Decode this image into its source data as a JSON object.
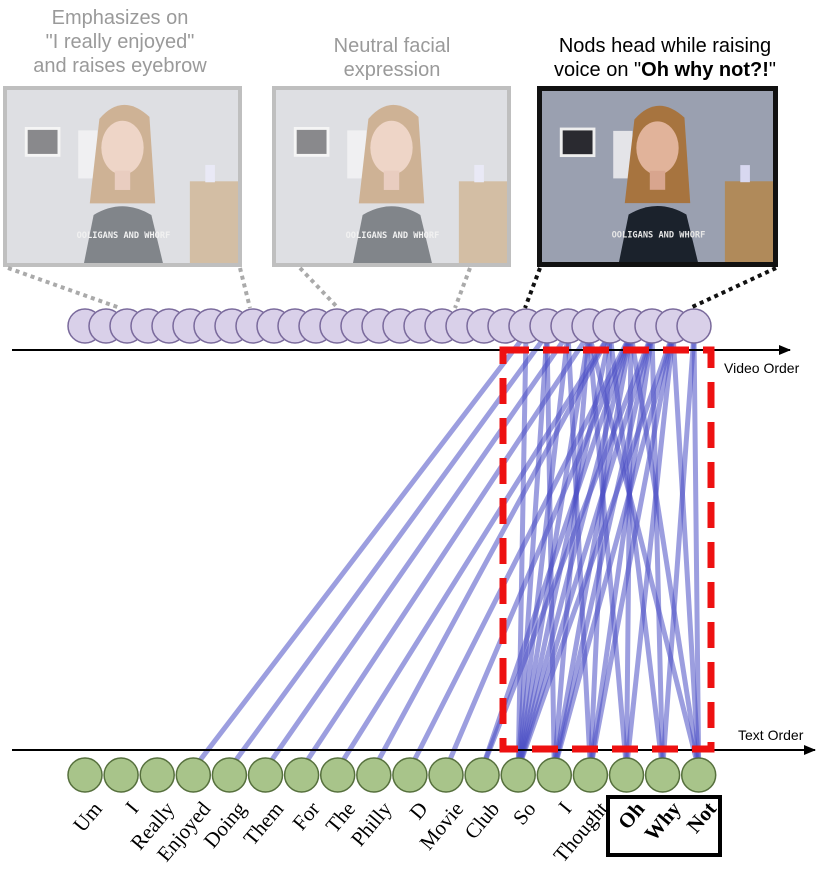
{
  "captions": [
    {
      "lines": [
        "Emphasizes on",
        "\"I really enjoyed\"",
        "and raises eyebrow"
      ],
      "style": "faded"
    },
    {
      "lines": [
        "Neutral facial",
        "expression"
      ],
      "style": "faded"
    },
    {
      "line1": "Nods head while raising",
      "line2_prefix": "voice on \"",
      "line2_bold": "Oh why not?!",
      "line2_suffix": "\"",
      "style": "active"
    }
  ],
  "frames": [
    {
      "shirt_text": "OOLIGANS AND WHORF",
      "state": "faded"
    },
    {
      "shirt_text": "OOLIGANS AND WHORF",
      "state": "faded"
    },
    {
      "shirt_text": "OOLIGANS AND WHORF",
      "state": "active"
    }
  ],
  "axes": {
    "video": "Video Order",
    "text": "Text Order"
  },
  "video_node_count": 30,
  "words": [
    "Um",
    "I",
    "Really",
    "Enjoyed",
    "Doing",
    "Them",
    "For",
    "The",
    "Philly",
    "D",
    "Movie",
    "Club",
    "So",
    "I",
    "Thought",
    "Oh",
    "Why",
    "Not"
  ],
  "bold_words": [
    15,
    16,
    17
  ],
  "alignments": [
    [
      3,
      21
    ],
    [
      4,
      22
    ],
    [
      5,
      23
    ],
    [
      6,
      24
    ],
    [
      7,
      25
    ],
    [
      8,
      25
    ],
    [
      9,
      26
    ],
    [
      10,
      26
    ],
    [
      11,
      26
    ],
    [
      11,
      27
    ],
    [
      12,
      21
    ],
    [
      12,
      22
    ],
    [
      12,
      23
    ],
    [
      12,
      24
    ],
    [
      12,
      25
    ],
    [
      12,
      26
    ],
    [
      12,
      27
    ],
    [
      12,
      28
    ],
    [
      13,
      22
    ],
    [
      13,
      24
    ],
    [
      13,
      26
    ],
    [
      13,
      27
    ],
    [
      13,
      28
    ],
    [
      14,
      23
    ],
    [
      14,
      25
    ],
    [
      14,
      27
    ],
    [
      14,
      28
    ],
    [
      15,
      24
    ],
    [
      15,
      26
    ],
    [
      15,
      28
    ],
    [
      16,
      25
    ],
    [
      16,
      27
    ],
    [
      16,
      29
    ],
    [
      17,
      24
    ],
    [
      17,
      26
    ],
    [
      17,
      28
    ],
    [
      17,
      29
    ]
  ],
  "colors": {
    "video_node_fill": "#d9d0e9",
    "video_node_stroke": "#7a6a9c",
    "word_node_fill": "#a8c48a",
    "word_node_stroke": "#56703d",
    "alignment_line": "#4a4fc4",
    "highlight": "#ee1111",
    "dotted_faded": "#aaaaaa",
    "dotted_active": "#111111"
  }
}
